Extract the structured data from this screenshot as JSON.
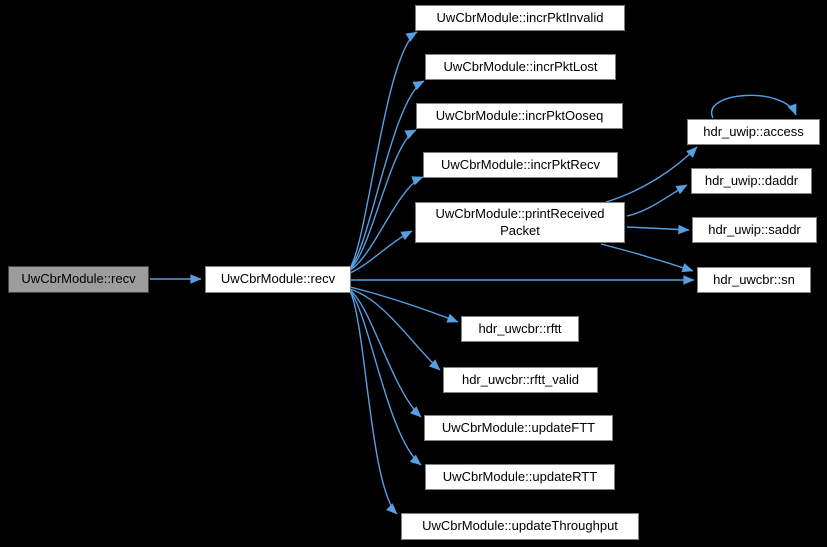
{
  "diagram": {
    "type": "call-graph",
    "colors": {
      "background": "#000000",
      "edge": "#569fe3",
      "node_fill": "#ffffff",
      "node_border": "#7f7f7f",
      "highlight_fill": "#9d9d9d",
      "highlight_border": "#464646",
      "text": "#000000"
    },
    "nodes": [
      {
        "id": "caller-recv",
        "label": "UwCbrModule::recv",
        "highlighted": true
      },
      {
        "id": "recv",
        "label": "UwCbrModule::recv",
        "highlighted": false
      },
      {
        "id": "incr-pkt-invalid",
        "label": "UwCbrModule::incrPktInvalid",
        "highlighted": false
      },
      {
        "id": "incr-pkt-lost",
        "label": "UwCbrModule::incrPktLost",
        "highlighted": false
      },
      {
        "id": "incr-pkt-ooseq",
        "label": "UwCbrModule::incrPktOoseq",
        "highlighted": false
      },
      {
        "id": "incr-pkt-recv",
        "label": "UwCbrModule::incrPktRecv",
        "highlighted": false
      },
      {
        "id": "print-received-packet",
        "label": "UwCbrModule::printReceived\nPacket",
        "highlighted": false
      },
      {
        "id": "hdr-uwip-access",
        "label": "hdr_uwip::access",
        "highlighted": false
      },
      {
        "id": "hdr-uwip-daddr",
        "label": "hdr_uwip::daddr",
        "highlighted": false
      },
      {
        "id": "hdr-uwip-saddr",
        "label": "hdr_uwip::saddr",
        "highlighted": false
      },
      {
        "id": "hdr-uwcbr-sn",
        "label": "hdr_uwcbr::sn",
        "highlighted": false
      },
      {
        "id": "hdr-uwcbr-rftt",
        "label": "hdr_uwcbr::rftt",
        "highlighted": false
      },
      {
        "id": "hdr-uwcbr-rftt-valid",
        "label": "hdr_uwcbr::rftt_valid",
        "highlighted": false
      },
      {
        "id": "update-ftt",
        "label": "UwCbrModule::updateFTT",
        "highlighted": false
      },
      {
        "id": "update-rtt",
        "label": "UwCbrModule::updateRTT",
        "highlighted": false
      },
      {
        "id": "update-throughput",
        "label": "UwCbrModule::updateThroughput",
        "highlighted": false
      }
    ],
    "edges": [
      {
        "from": "caller-recv",
        "to": "recv"
      },
      {
        "from": "recv",
        "to": "incr-pkt-invalid"
      },
      {
        "from": "recv",
        "to": "incr-pkt-lost"
      },
      {
        "from": "recv",
        "to": "incr-pkt-ooseq"
      },
      {
        "from": "recv",
        "to": "incr-pkt-recv"
      },
      {
        "from": "recv",
        "to": "print-received-packet"
      },
      {
        "from": "recv",
        "to": "hdr-uwcbr-sn"
      },
      {
        "from": "recv",
        "to": "hdr-uwcbr-rftt"
      },
      {
        "from": "recv",
        "to": "hdr-uwcbr-rftt-valid"
      },
      {
        "from": "recv",
        "to": "update-ftt"
      },
      {
        "from": "recv",
        "to": "update-rtt"
      },
      {
        "from": "recv",
        "to": "update-throughput"
      },
      {
        "from": "print-received-packet",
        "to": "hdr-uwip-access"
      },
      {
        "from": "print-received-packet",
        "to": "hdr-uwip-daddr"
      },
      {
        "from": "print-received-packet",
        "to": "hdr-uwip-saddr"
      },
      {
        "from": "print-received-packet",
        "to": "hdr-uwcbr-sn"
      },
      {
        "from": "hdr-uwip-access",
        "to": "hdr-uwip-access"
      }
    ]
  }
}
